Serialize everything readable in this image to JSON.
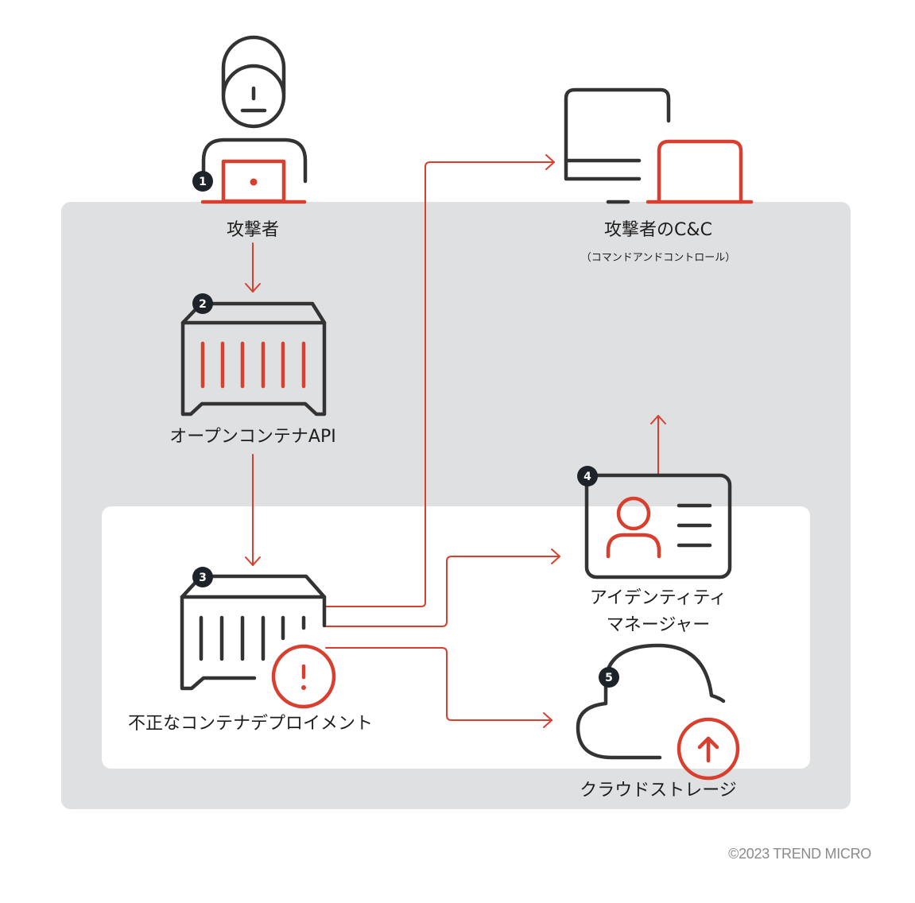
{
  "colors": {
    "accent": "#d93f2e",
    "ink": "#333333",
    "badge": "#1e2329",
    "panel_gray": "#dfe0e2",
    "panel_white": "#ffffff",
    "copyright": "#8a8a8a"
  },
  "nodes": [
    {
      "step": "1",
      "label": "攻撃者",
      "icon": "attacker-with-laptop-icon"
    },
    {
      "step": "2",
      "label": "オープンコンテナAPI",
      "icon": "container-icon"
    },
    {
      "step": "3",
      "label": "不正なコンテナデプロイメント",
      "icon": "malicious-container-icon"
    },
    {
      "step": "4",
      "label_line1": "アイデンティティ",
      "label_line2": "マネージャー",
      "icon": "id-card-icon"
    },
    {
      "step": "5",
      "label": "クラウドストレージ",
      "icon": "cloud-upload-icon"
    }
  ],
  "cc": {
    "label": "攻撃者のC&C",
    "sublabel": "（コマンドアンドコントロール）",
    "icon": "monitor-laptop-icon"
  },
  "edges": [
    {
      "from": "1",
      "to": "2"
    },
    {
      "from": "2",
      "to": "3"
    },
    {
      "from": "3",
      "to": "C&C"
    },
    {
      "from": "3",
      "to": "4"
    },
    {
      "from": "3",
      "to": "5"
    },
    {
      "from": "4",
      "to": "C&C"
    }
  ],
  "footer": {
    "copyright": "©2023 TREND MICRO"
  }
}
